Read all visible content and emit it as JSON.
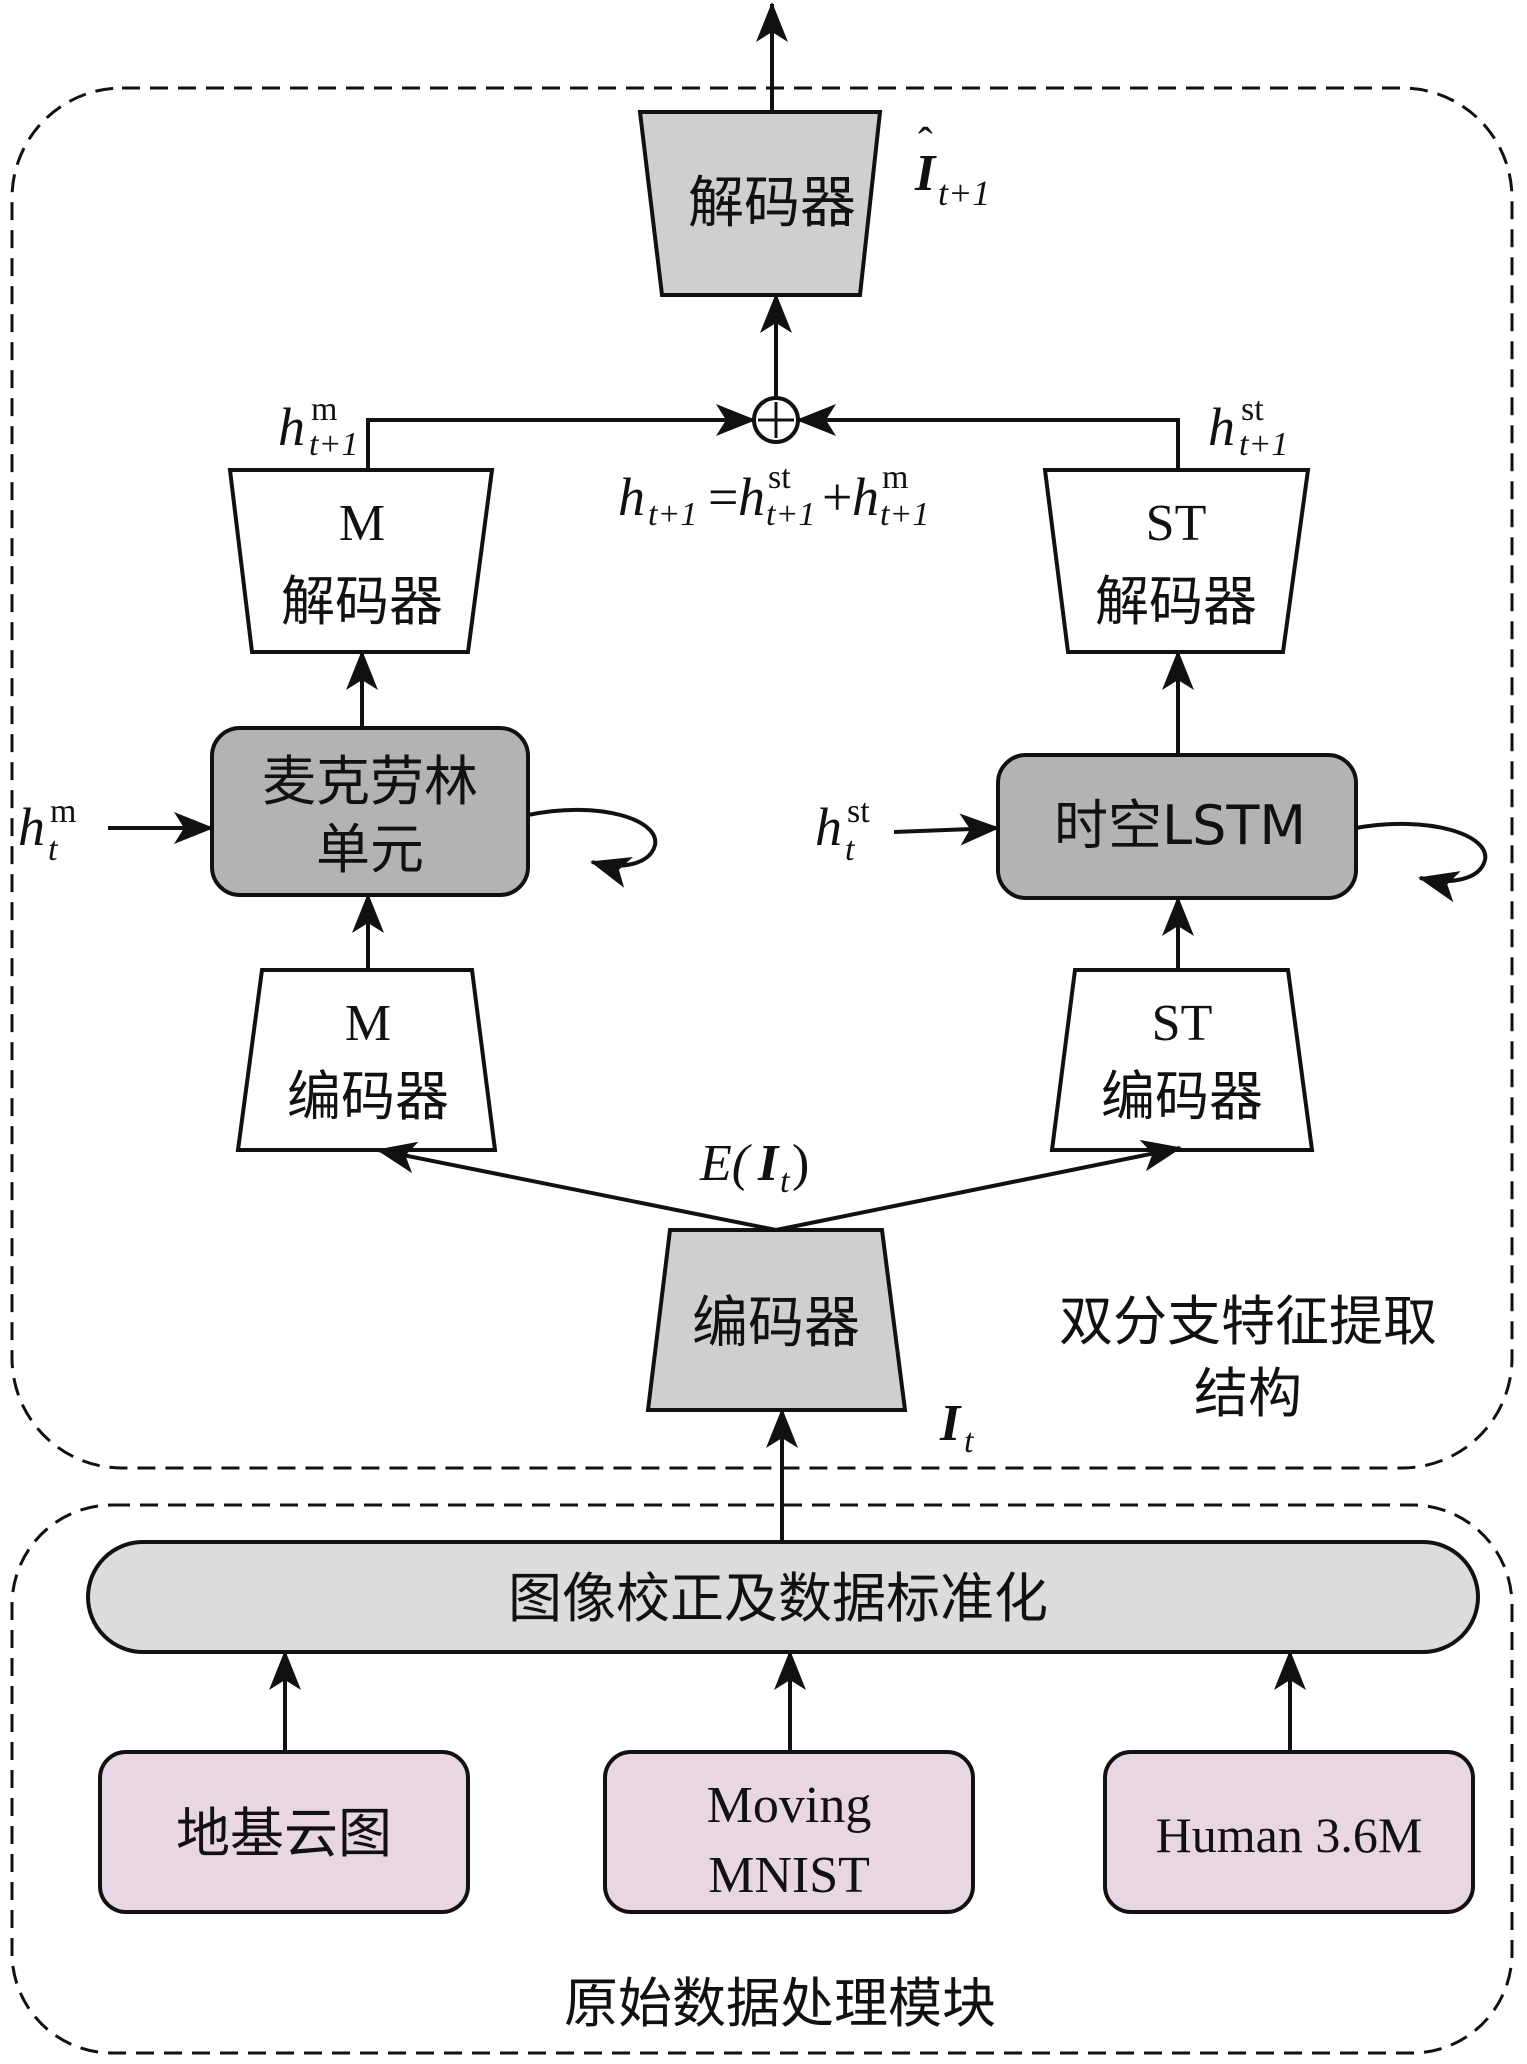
{
  "modules": {
    "top_label_line1": "双分支特征提取",
    "top_label_line2": "结构",
    "bottom_label": "原始数据处理模块"
  },
  "blocks": {
    "decoder": "解码器",
    "encoder": "编码器",
    "m_decoder_line1": "M",
    "m_decoder_line2": "解码器",
    "st_decoder_line1": "ST",
    "st_decoder_line2": "解码器",
    "maclaurin_line1": "麦克劳林",
    "maclaurin_line2": "单元",
    "st_lstm": "时空LSTM",
    "m_encoder_line1": "M",
    "m_encoder_line2": "编码器",
    "st_encoder_line1": "ST",
    "st_encoder_line2": "编码器",
    "preprocess": "图像校正及数据标准化"
  },
  "datasets": [
    {
      "line1": "地基云图"
    },
    {
      "line1": "Moving",
      "line2": "MNIST"
    },
    {
      "line1": "Human 3.6M"
    }
  ],
  "math": {
    "I_hat_next": {
      "base": "I",
      "sub": "t+1"
    },
    "h_m_next": {
      "base": "h",
      "sub": "t+1",
      "sup": "m"
    },
    "h_st_next": {
      "base": "h",
      "sub": "t+1",
      "sup": "st"
    },
    "h_m_t": {
      "base": "h",
      "sub": "t",
      "sup": "m"
    },
    "h_st_t": {
      "base": "h",
      "sub": "t",
      "sup": "st"
    },
    "sum_eq": {
      "lhs_base": "h",
      "lhs_sub": "t+1",
      "eq": "=",
      "t1_base": "h",
      "t1_sup": "st",
      "t1_sub": "t+1",
      "plus": "+",
      "t2_base": "h",
      "t2_sup": "m",
      "t2_sub": "t+1"
    },
    "E_It": {
      "prefix": "E(",
      "base": "I",
      "sub": "t",
      "suffix": ")"
    },
    "I_t": {
      "base": "I",
      "sub": "t"
    }
  },
  "colors": {
    "gray_fill": "#cfcfcf",
    "dark_gray_fill": "#b3b3b3",
    "preprocess_fill": "#dcdcdc",
    "pink_fill": "#e8d6e3",
    "stroke": "#111111"
  }
}
